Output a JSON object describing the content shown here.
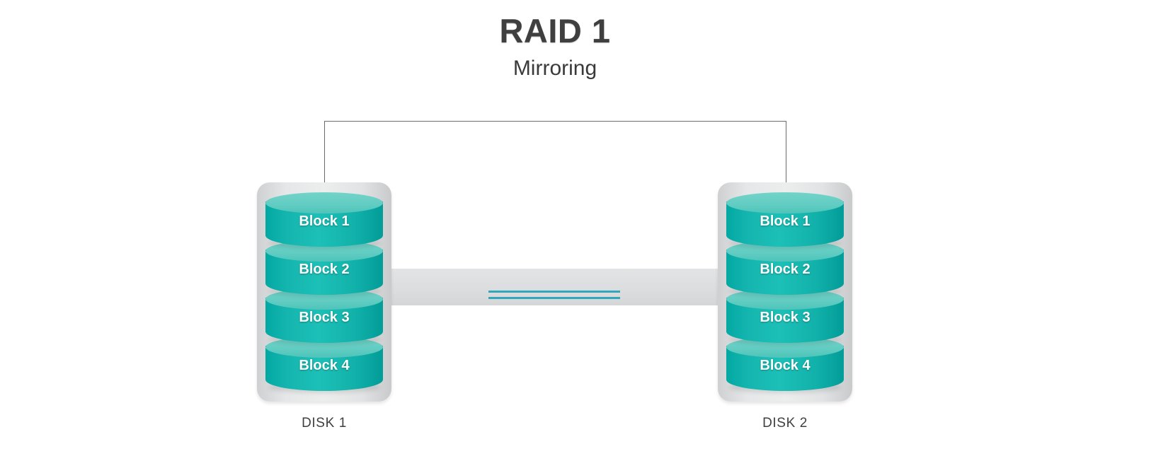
{
  "diagram": {
    "title": "RAID 1",
    "subtitle": "Mirroring",
    "accent_color": "#17B3AD",
    "accent_light_color": "#63CDC3",
    "case_color": "#E3E4E5",
    "line_color": "#2FA8BD",
    "bracket_color": "#6C6C6C",
    "text_color": "#3F3F3F"
  },
  "disks": [
    {
      "caption": "DISK 1",
      "blocks": [
        {
          "label": "Block 1"
        },
        {
          "label": "Block 2"
        },
        {
          "label": "Block 3"
        },
        {
          "label": "Block 4"
        }
      ]
    },
    {
      "caption": "DISK 2",
      "blocks": [
        {
          "label": "Block 1"
        },
        {
          "label": "Block 2"
        },
        {
          "label": "Block 3"
        },
        {
          "label": "Block 4"
        }
      ]
    }
  ]
}
